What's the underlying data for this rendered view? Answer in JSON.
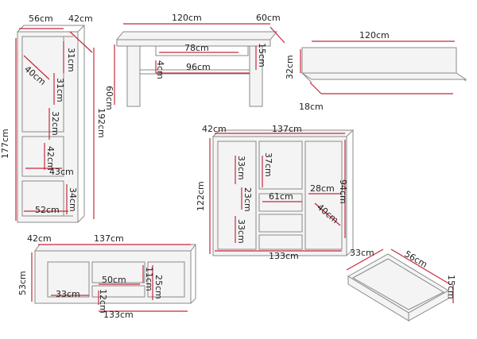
{
  "vitrine": {
    "width": "56cm",
    "depth": "42cm",
    "height_total": "192cm",
    "body_height": "177cm",
    "glass_w": "40cm",
    "shelf_a": "31cm",
    "shelf_b": "31cm",
    "shelf_c": "32cm",
    "shelf_d": "42cm",
    "inner_w": "43cm",
    "drawer_h": "34cm",
    "base_w": "52cm"
  },
  "table": {
    "width": "120cm",
    "depth": "60cm",
    "height": "60cm",
    "shelf_w": "78cm",
    "gap": "15cm",
    "leg": "4cm",
    "inner_w": "96cm"
  },
  "shelf": {
    "width": "120cm",
    "height": "32cm",
    "depth": "18cm"
  },
  "dresser": {
    "depth": "42cm",
    "width": "137cm",
    "height": "122cm",
    "inner_h": "94cm",
    "comp_a": "33cm",
    "comp_b": "37cm",
    "comp_c": "23cm",
    "comp_d": "33cm",
    "mid_w": "61cm",
    "drawer_w": "28cm",
    "door_w": "40cm",
    "base_w": "133cm"
  },
  "tv": {
    "depth": "42cm",
    "width": "137cm",
    "height": "53cm",
    "niche_w": "50cm",
    "niche_h": "11cm",
    "niche_d": "25cm",
    "drawer_w": "33cm",
    "drawer_h": "12cm",
    "base_w": "133cm"
  },
  "drawer": {
    "depth": "33cm",
    "width": "56cm",
    "height": "15cm"
  }
}
